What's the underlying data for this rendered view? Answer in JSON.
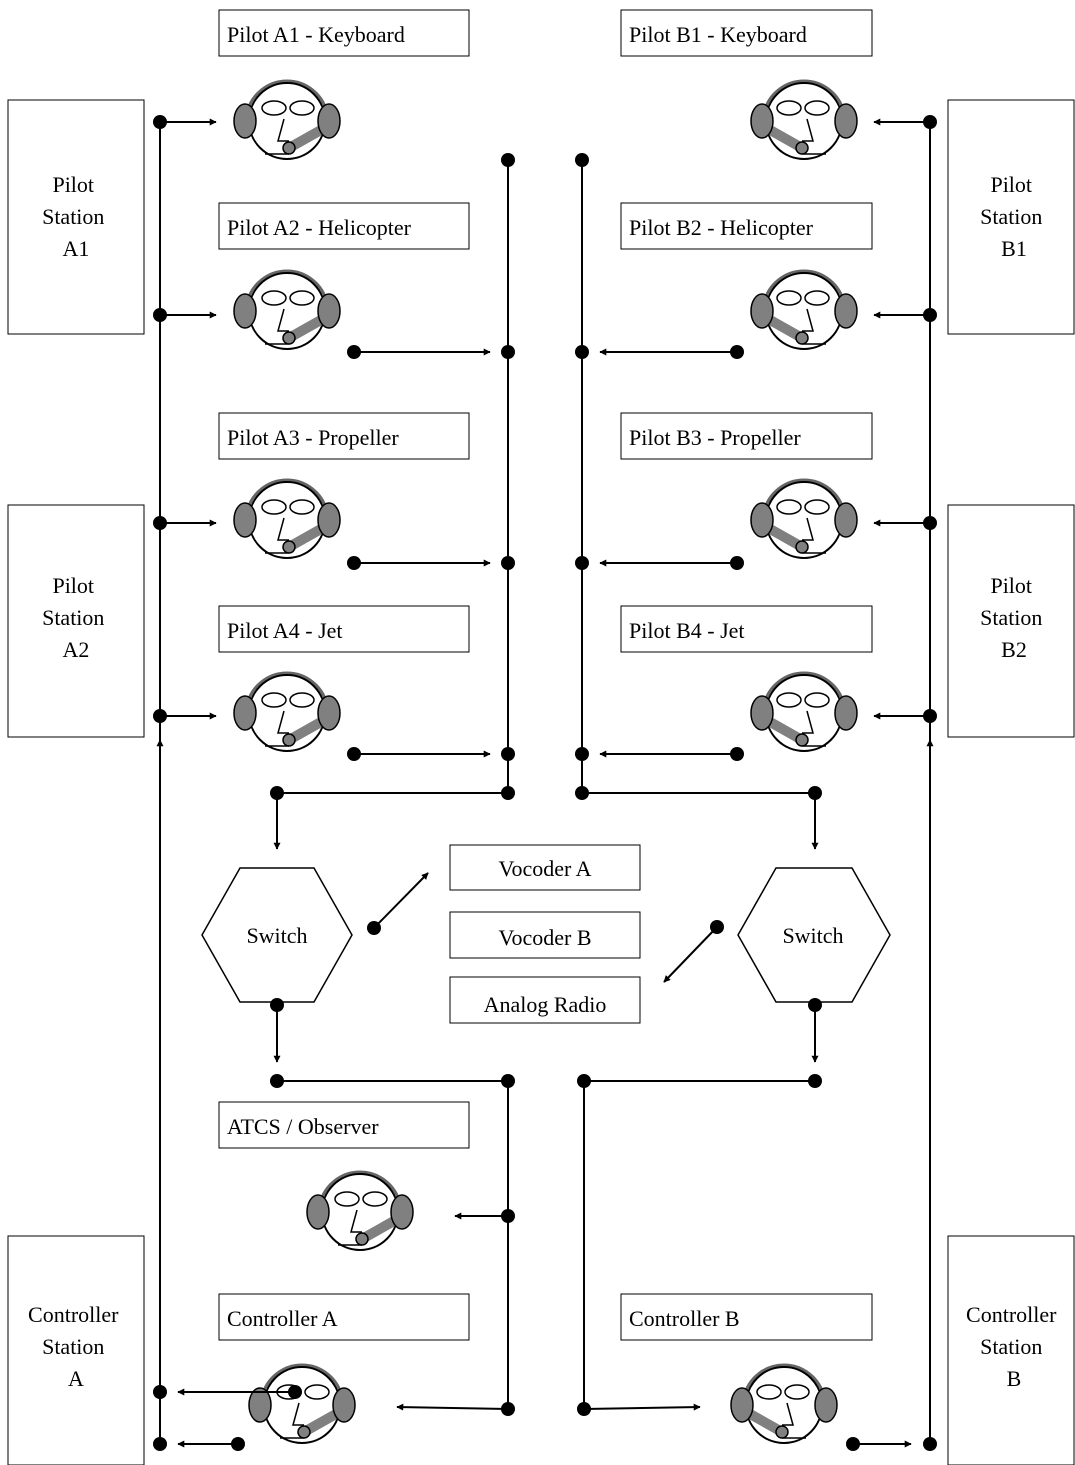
{
  "stations": {
    "pilot_a1": "Pilot\nStation\nA1",
    "pilot_a2": "Pilot\nStation\nA2",
    "controller_a": "Controller\nStation\nA",
    "pilot_b1": "Pilot\nStation\nB1",
    "pilot_b2": "Pilot\nStation\nB2",
    "controller_b": "Controller\nStation\nB"
  },
  "roles": {
    "pilot_a1": "Pilot A1 - Keyboard",
    "pilot_a2": "Pilot A2 - Helicopter",
    "pilot_a3": "Pilot A3 - Propeller",
    "pilot_a4": "Pilot A4 - Jet",
    "pilot_b1": "Pilot B1 - Keyboard",
    "pilot_b2": "Pilot B2 - Helicopter",
    "pilot_b3": "Pilot B3 - Propeller",
    "pilot_b4": "Pilot B4 - Jet",
    "atcs": "ATCS / Observer",
    "controller_a": "Controller A",
    "controller_b": "Controller B"
  },
  "switches": {
    "a": "Switch",
    "b": "Switch"
  },
  "links": {
    "vocoder_a": "Vocoder A",
    "vocoder_b": "Vocoder B",
    "analog_radio": "Analog Radio"
  }
}
